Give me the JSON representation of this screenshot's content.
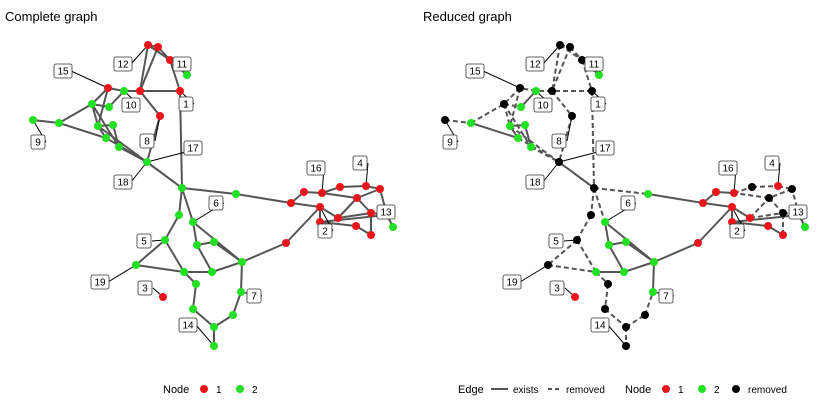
{
  "panels": {
    "left_title": "Complete graph",
    "right_title": "Reduced graph"
  },
  "legend_left": {
    "node_title": "Node",
    "node_items": [
      {
        "label": "1",
        "color": "#e8161b"
      },
      {
        "label": "2",
        "color": "#22e022"
      }
    ]
  },
  "legend_right": {
    "edge_title": "Edge",
    "edge_items": [
      {
        "label": "exists",
        "style": "solid"
      },
      {
        "label": "removed",
        "style": "dashed"
      }
    ],
    "node_title": "Node",
    "node_items": [
      {
        "label": "1",
        "color": "#e8161b"
      },
      {
        "label": "2",
        "color": "#22e022"
      },
      {
        "label": "removed",
        "color": "#000000"
      }
    ]
  },
  "colors": {
    "group1": "#e8161b",
    "group2": "#22e022",
    "removed": "#000000",
    "edge": "#555555"
  },
  "node_labels": [
    "1",
    "2",
    "3",
    "4",
    "5",
    "6",
    "7",
    "8",
    "9",
    "10",
    "11",
    "12",
    "13",
    "14",
    "15",
    "16",
    "17",
    "18",
    "19"
  ]
}
